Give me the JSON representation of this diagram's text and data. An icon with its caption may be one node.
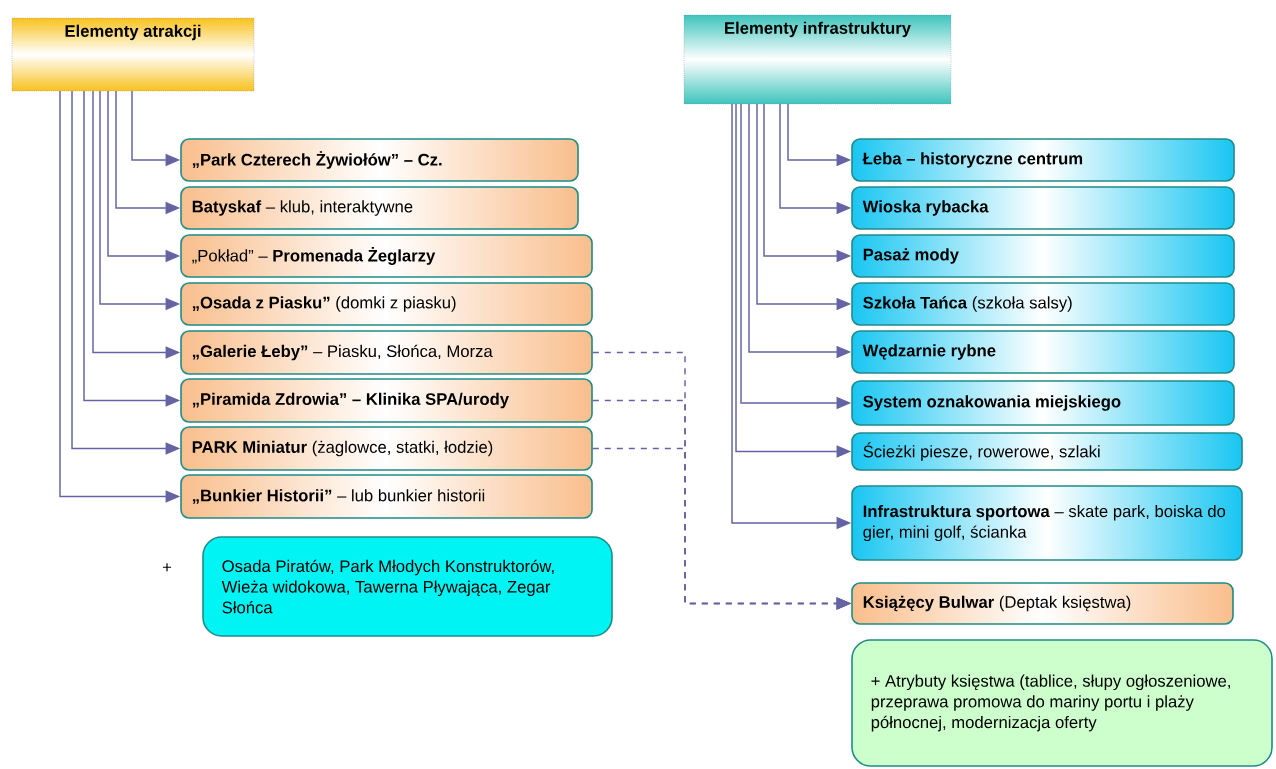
{
  "diagram": {
    "nodes": [
      {
        "text": [
          "Elementy atrakcji"
        ]
      },
      {
        "text": [
          "„Park Czterech Żywiołów” – Cz."
        ]
      },
      {
        "text": [
          "**Batyskaf** – klub, interaktywne"
        ]
      },
      {
        "text": [
          "„Pokład” – **Promenada Żeglarzy**"
        ]
      },
      {
        "text": [
          "**„Osada z Piasku”** (domki z piasku)"
        ]
      },
      {
        "text": [
          "**„Galerie Łeby”** – Piasku, Słońca, Morza"
        ]
      },
      {
        "text": [
          "„Piramida Zdrowia” – Klinika SPA/urody"
        ]
      },
      {
        "text": [
          "**PARK Miniatur** (żaglowce, statki, łodzie)"
        ]
      },
      {
        "text": [
          "**„Bunkier Historii”** – lub bunkier historii"
        ]
      },
      {
        "text": [
          "Osada Piratów, Park Młodych Konstruktorów, Wieża widokowa, Tawerna Pływająca, Zegar Słońca"
        ]
      },
      {
        "text": [
          "Elementy infrastruktury"
        ]
      },
      {
        "text": [
          "Łeba – historyczne centrum"
        ]
      },
      {
        "text": [
          "Wioska rybacka"
        ]
      },
      {
        "text": [
          "Pasaż mody"
        ]
      },
      {
        "text": [
          "**Szkoła Tańca** (szkoła salsy)"
        ]
      },
      {
        "text": [
          "Wędzarnie rybne"
        ]
      },
      {
        "text": [
          "System oznakowania miejskiego"
        ]
      },
      {
        "text": [
          "Ścieżki piesze, rowerowe, szlaki"
        ]
      },
      {
        "text": [
          "**Infrastruktura sportowa** – skate park, boiska do gier, mini golf, ścianka"
        ]
      },
      {
        "text": [
          "**Książęcy Bulwar** (Deptak księstwa)"
        ]
      },
      {
        "text": [
          "+ Atrybuty księstwa (tablice, słupy ogłoszeniowe, przeprawa promowa do mariny portu i plaży północnej, modernizacja oferty"
        ]
      }
    ],
    "edges": [
      {
        "from": 0,
        "to": 1,
        "arrow": "to"
      },
      {
        "from": 0,
        "to": 2,
        "arrow": "to"
      },
      {
        "from": 0,
        "to": 3,
        "arrow": "to"
      },
      {
        "from": 0,
        "to": 4,
        "arrow": "to"
      },
      {
        "from": 0,
        "to": 5,
        "arrow": "to"
      },
      {
        "from": 0,
        "to": 6,
        "arrow": "to"
      },
      {
        "from": 0,
        "to": 7,
        "arrow": "to"
      },
      {
        "from": 0,
        "to": 8,
        "arrow": "to"
      },
      {
        "from": 10,
        "to": 11,
        "arrow": "to"
      },
      {
        "from": 10,
        "to": 12,
        "arrow": "to"
      },
      {
        "from": 10,
        "to": 13,
        "arrow": "to"
      },
      {
        "from": 10,
        "to": 14,
        "arrow": "to"
      },
      {
        "from": 10,
        "to": 15,
        "arrow": "to"
      },
      {
        "from": 10,
        "to": 16,
        "arrow": "to"
      },
      {
        "from": 10,
        "to": 17,
        "arrow": "to"
      },
      {
        "from": 10,
        "to": 18,
        "arrow": "to"
      },
      {
        "from": 5,
        "to": 19,
        "arrow": "to",
        "style": "dashed"
      },
      {
        "from": 6,
        "to": 19,
        "arrow": "to",
        "style": "dashed"
      },
      {
        "from": 7,
        "to": 19,
        "arrow": "to",
        "style": "dashed"
      }
    ],
    "labels": [
      "+"
    ]
  }
}
